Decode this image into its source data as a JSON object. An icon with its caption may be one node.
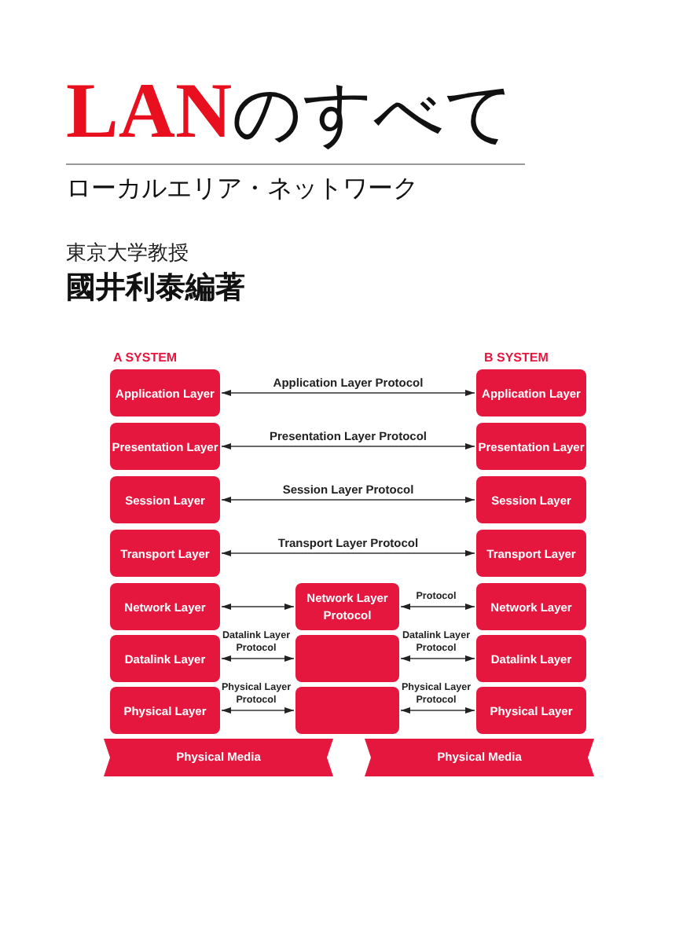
{
  "diagram": {
    "title": "LANのすべて",
    "nodes": [
      {
        "text": [
          "Application Layer"
        ]
      },
      {
        "text": [
          "Presentation Layer"
        ]
      },
      {
        "text": [
          "Session Layer"
        ]
      },
      {
        "text": [
          "Transport Layer"
        ]
      },
      {
        "text": [
          "Network Layer"
        ]
      },
      {
        "text": [
          "Datalink Layer"
        ]
      },
      {
        "text": [
          "Physical Layer"
        ]
      },
      {
        "text": [
          "Application Layer"
        ]
      },
      {
        "text": [
          "Presentation Layer"
        ]
      },
      {
        "text": [
          "Session Layer"
        ]
      },
      {
        "text": [
          "Transport Layer"
        ]
      },
      {
        "text": [
          "Network Layer"
        ]
      },
      {
        "text": [
          "Datalink Layer"
        ]
      },
      {
        "text": [
          "Physical Layer"
        ]
      },
      {
        "text": [
          "Network Layer",
          "Protocol"
        ]
      },
      {
        "text": [],
        "shape": "box"
      },
      {
        "text": [],
        "shape": "box"
      },
      {
        "text": [
          "Physical Media"
        ]
      },
      {
        "text": [
          "Physical Media"
        ]
      }
    ],
    "edges": [
      {
        "from": 0,
        "to": 7,
        "arrow": "both",
        "label": "Application Layer Protocol"
      },
      {
        "from": 1,
        "to": 8,
        "arrow": "both",
        "label": "Presentation Layer Protocol"
      },
      {
        "from": 2,
        "to": 9,
        "arrow": "both",
        "label": "Session Layer Protocol"
      },
      {
        "from": 3,
        "to": 10,
        "arrow": "both",
        "label": "Transport Layer Protocol"
      },
      {
        "from": 4,
        "to": 14,
        "arrow": "both"
      },
      {
        "from": 14,
        "to": 11,
        "arrow": "both",
        "label": "Protocol"
      },
      {
        "from": 5,
        "to": 15,
        "arrow": "both",
        "label": "Datalink Layer Protocol"
      },
      {
        "from": 15,
        "to": 12,
        "arrow": "both",
        "label": "Datalink Layer Protocol"
      },
      {
        "from": 6,
        "to": 16,
        "arrow": "both",
        "label": "Physical Layer Protocol"
      },
      {
        "from": 16,
        "to": 13,
        "arrow": "both",
        "label": "Physical Layer Protocol"
      }
    ],
    "labels": [
      "ローカルエリア・ネットワーク",
      "東京大学教授",
      "國井利泰編著",
      "A SYSTEM",
      "B SYSTEM"
    ]
  }
}
